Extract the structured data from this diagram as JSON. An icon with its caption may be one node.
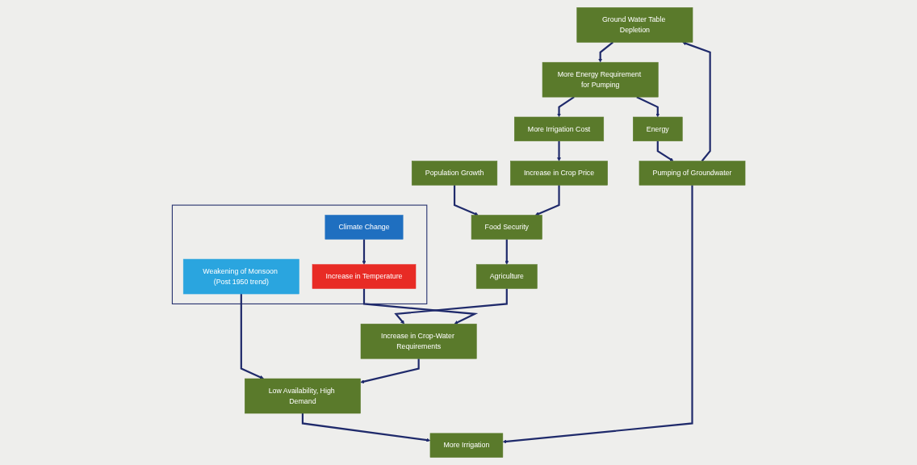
{
  "diagram": {
    "nodes": [
      {
        "text": [],
        "shape": "box"
      },
      {
        "text": [
          "Climate Change"
        ],
        "in": 0
      },
      {
        "text": [
          "Increase in Temperature"
        ],
        "in": 0
      },
      {
        "text": [
          "Weakening of Monsoon (Post 1950 trend)"
        ],
        "in": 0
      },
      {
        "text": [
          "Population Growth"
        ]
      },
      {
        "text": [
          "Food Security"
        ]
      },
      {
        "text": [
          "Agriculture"
        ]
      },
      {
        "text": [
          "Increase in Crop-Water Requirements"
        ]
      },
      {
        "text": [
          "Low Availability, High Demand"
        ]
      },
      {
        "text": [
          "More Irrigation"
        ]
      },
      {
        "text": [
          "Increase in Crop Price"
        ]
      },
      {
        "text": [
          "More Irrigation Cost"
        ]
      },
      {
        "text": [
          "Ground Water Table Depletion"
        ]
      },
      {
        "text": [
          "More Energy Requirement for Pumping"
        ]
      },
      {
        "text": [
          "Pumping of Groundwater"
        ]
      },
      {
        "text": [
          "Energy"
        ]
      }
    ],
    "edges": [
      {
        "from": 1,
        "to": 2,
        "arrow": "to"
      },
      {
        "from": 4,
        "to": 5,
        "arrow": "to"
      },
      {
        "from": 5,
        "to": 6,
        "arrow": "to"
      },
      {
        "from": 6,
        "to": 7,
        "arrow": "to"
      },
      {
        "from": 2,
        "to": 7,
        "arrow": "to"
      },
      {
        "from": 3,
        "to": 8,
        "arrow": "to"
      },
      {
        "from": 7,
        "to": 8,
        "arrow": "to"
      },
      {
        "from": 8,
        "to": 9,
        "arrow": "to"
      },
      {
        "from": 14,
        "to": 9,
        "arrow": "to"
      },
      {
        "from": 14,
        "to": 12,
        "arrow": "to"
      },
      {
        "from": 12,
        "to": 13,
        "arrow": "to"
      },
      {
        "from": 13,
        "to": 11,
        "arrow": "to"
      },
      {
        "from": 13,
        "to": 15,
        "arrow": "to"
      },
      {
        "from": 15,
        "to": 14,
        "arrow": "to"
      },
      {
        "from": 11,
        "to": 10,
        "arrow": "to"
      },
      {
        "from": 10,
        "to": 5,
        "arrow": "to"
      }
    ]
  }
}
